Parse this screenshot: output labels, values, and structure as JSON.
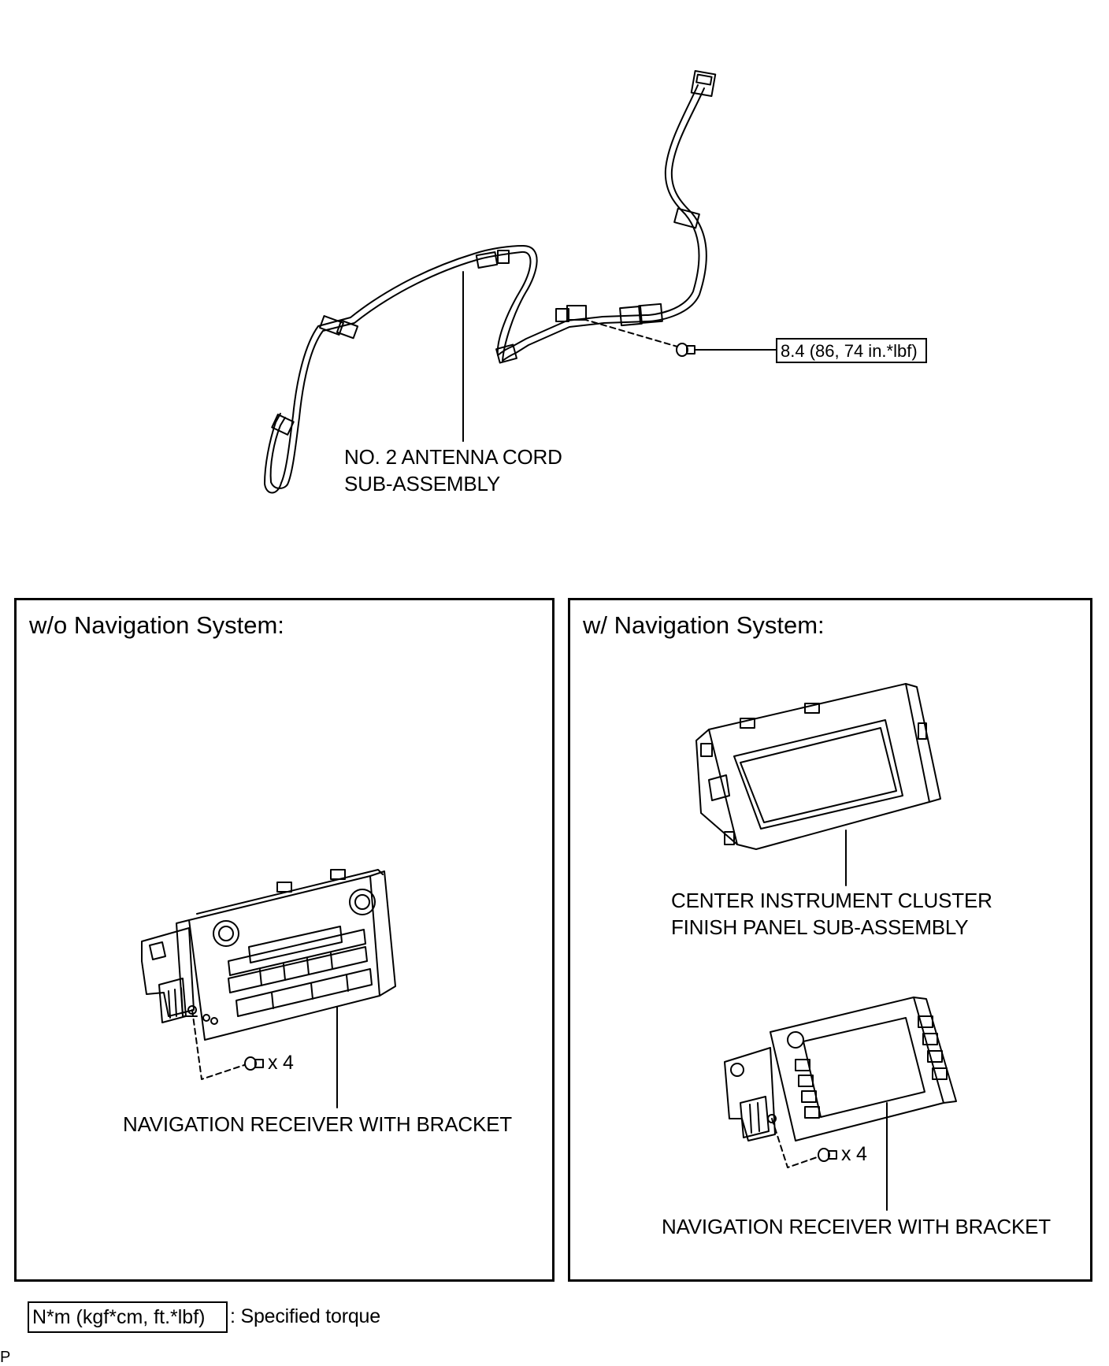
{
  "antenna": {
    "label_line1": "NO. 2 ANTENNA CORD",
    "label_line2": "SUB-ASSEMBLY",
    "torque": "8.4 (86, 74 in.*lbf)"
  },
  "panel_left": {
    "title": "w/o Navigation System:",
    "qty": "x 4",
    "receiver_label": "NAVIGATION RECEIVER WITH BRACKET"
  },
  "panel_right": {
    "title": "w/ Navigation System:",
    "cluster_label_line1": "CENTER INSTRUMENT CLUSTER",
    "cluster_label_line2": "FINISH PANEL SUB-ASSEMBLY",
    "qty": "x 4",
    "receiver_label": "NAVIGATION RECEIVER WITH BRACKET"
  },
  "legend": {
    "unit_box": "N*m (kgf*cm, ft.*lbf)",
    "description": ": Specified torque"
  },
  "corner_code": "P"
}
